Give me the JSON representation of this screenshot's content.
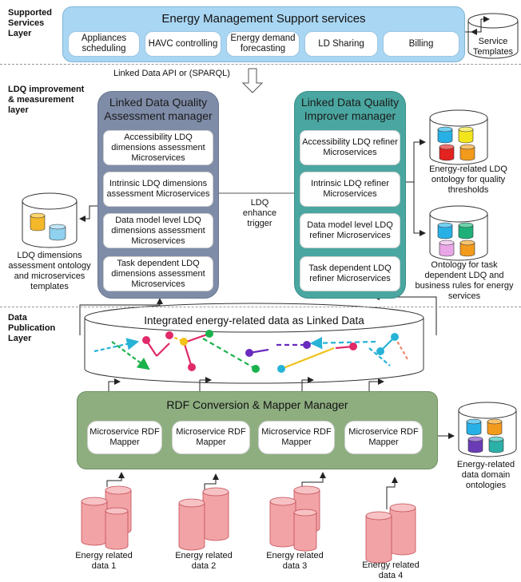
{
  "layers": {
    "supported_services": "Supported Services Layer",
    "ldq": "LDQ improvement & measurement layer",
    "data_publication": "Data Publication Layer"
  },
  "services": {
    "title": "Energy Management Support services",
    "items": [
      "Appliances scheduling",
      "HAVC controlling",
      "Energy demand forecasting",
      "LD Sharing",
      "Billing"
    ],
    "templates": "Service Templates"
  },
  "api_label": "Linked Data API or (SPARQL)",
  "assessment": {
    "title": "Linked Data Quality Assessment manager",
    "items": [
      "Accessibility LDQ dimensions assessment Microservices",
      "Intrinsic LDQ dimensions assessment Microservices",
      "Data model level LDQ dimensions assessment Microservices",
      "Task dependent LDQ dimensions assessment Microservices"
    ]
  },
  "improver": {
    "title": "Linked Data Quality Improver manager",
    "items": [
      "Accessibility LDQ refiner Microservices",
      "Intrinsic LDQ refiner Microservices",
      "Data model level LDQ refiner Microservices",
      "Task dependent LDQ refiner Microservices"
    ]
  },
  "trigger_label": "LDQ enhance trigger",
  "ontologies": {
    "assessment": "LDQ dimensions assessment ontology and microservices templates",
    "thresholds": "Energy-related LDQ ontology for quality thresholds",
    "task": "Ontology for task dependent LDQ and business  rules for energy services",
    "domain": "Energy-related data domain ontologies"
  },
  "linked_data": {
    "title": "Integrated energy-related data as Linked Data"
  },
  "rdf": {
    "title": "RDF Conversion & Mapper  Manager",
    "mappers": [
      "Microservice RDF Mapper",
      "Microservice RDF Mapper",
      "Microservice RDF Mapper",
      "Microservice RDF Mapper"
    ]
  },
  "sources": [
    "Energy related data 1",
    "Energy related data 2",
    "Energy related data 3",
    "Energy related data 4"
  ],
  "colors": {
    "services_panel": "#a9d6f2",
    "assessment_panel": "#7f8ca8",
    "improver_panel": "#4aa6a0",
    "rdf_panel": "#8eae80",
    "datasource": "#f2a3a6"
  }
}
